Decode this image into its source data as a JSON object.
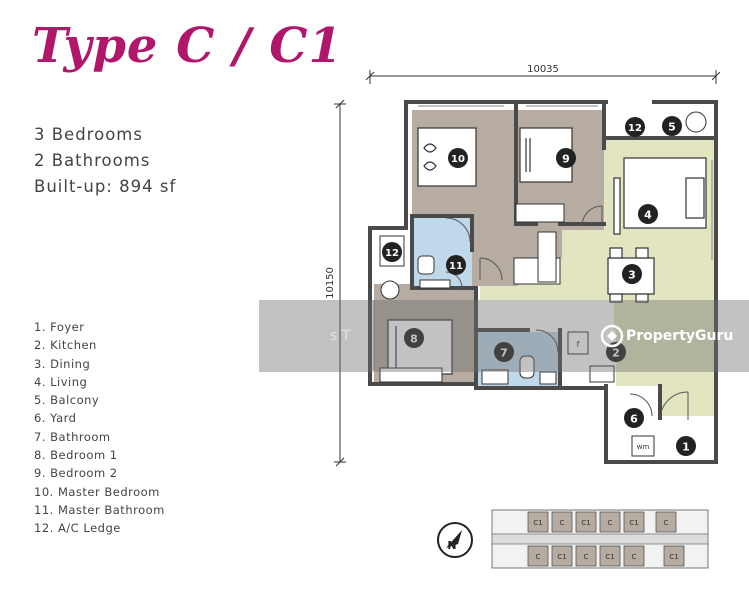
{
  "title": "Type C / C1",
  "specs": [
    "3 Bedrooms",
    "2 Bathrooms",
    "Built-up: 894 sf"
  ],
  "legend": [
    "1.  Foyer",
    "2.  Kitchen",
    "3.  Dining",
    "4.  Living",
    "5.  Balcony",
    "6.  Yard",
    "7.  Bathroom",
    "8.  Bedroom 1",
    "9.  Bedroom 2",
    "10. Master Bedroom",
    "11. Master Bathroom",
    "12. A/C Ledge"
  ],
  "dimensions": {
    "width": "10035",
    "height": "10150"
  },
  "room_numbers": [
    "1",
    "2",
    "3",
    "4",
    "5",
    "6",
    "7",
    "8",
    "9",
    "10",
    "11",
    "12",
    "12"
  ],
  "fixture_labels": {
    "wm": "wm",
    "fridge": "f"
  },
  "keyplan_units": [
    "C1",
    "C",
    "C1",
    "C",
    "C1",
    "C",
    "C",
    "C1",
    "C",
    "C1",
    "C",
    "C1"
  ],
  "compass": "N",
  "watermark": {
    "brand": "PropertyGuru",
    "faint": "s T"
  },
  "colors": {
    "brand": "#b0176b",
    "wall": "#4a4a4a",
    "wood": "#b7aca2",
    "tile": "#e2e5bf",
    "bath": "#bfd9ea",
    "white": "#ffffff"
  }
}
